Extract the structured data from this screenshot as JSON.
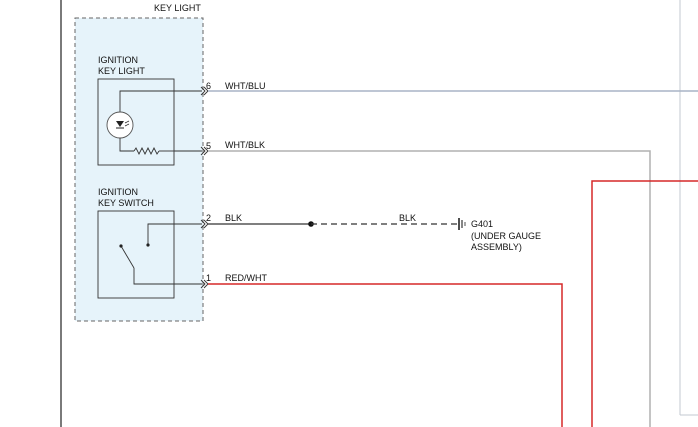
{
  "header_label": "KEY LIGHT",
  "components": {
    "key_light": {
      "title_line1": "IGNITION",
      "title_line2": "KEY LIGHT"
    },
    "key_switch": {
      "title_line1": "IGNITION",
      "title_line2": "KEY SWITCH"
    }
  },
  "wires": [
    {
      "pin": "6",
      "color_code": "WHT/BLU",
      "stroke": "#a9b4c6"
    },
    {
      "pin": "5",
      "color_code": "WHT/BLK",
      "stroke": "#b0b0b0"
    },
    {
      "pin": "2",
      "color_code": "BLK",
      "stroke": "#333333"
    },
    {
      "pin": "1",
      "color_code": "RED/WHT",
      "stroke": "#d62828"
    }
  ],
  "ground": {
    "wire_label": "BLK",
    "id": "G401",
    "location_line1": "(UNDER GAUGE",
    "location_line2": "ASSEMBLY)"
  },
  "colors": {
    "module_fill": "#e6f3fa",
    "dashed_border": "#666666",
    "red_wire": "#d62828"
  }
}
